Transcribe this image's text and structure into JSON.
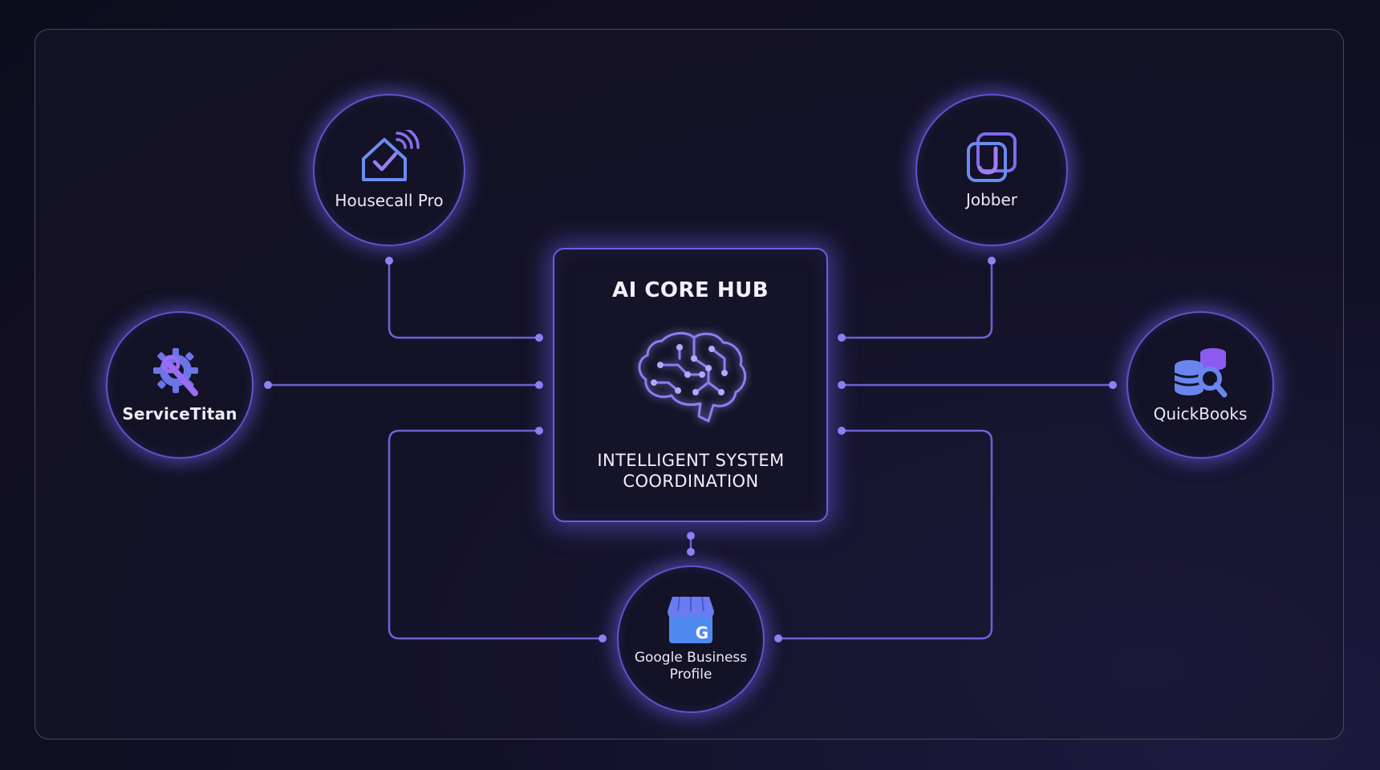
{
  "hub": {
    "title": "AI CORE HUB",
    "subtitle": "INTELLIGENT SYSTEM COORDINATION",
    "icon": "brain-circuit-icon"
  },
  "nodes": {
    "housecall_pro": {
      "label": "Housecall Pro",
      "icon": "smart-home-check-icon"
    },
    "jobber": {
      "label": "Jobber",
      "icon": "jobber-logo-icon"
    },
    "servicetitan": {
      "label": "ServiceTitan",
      "icon": "gear-wrench-icon"
    },
    "quickbooks": {
      "label": "QuickBooks",
      "icon": "database-search-icon"
    },
    "google_business_profile": {
      "label": "Google Business Profile",
      "icon": "google-storefront-icon"
    }
  },
  "colors": {
    "accent": "#6c5ce7",
    "line": "#6b63d6",
    "dot": "#8f86f5",
    "text": "#ece9f6",
    "background": "#121026"
  }
}
